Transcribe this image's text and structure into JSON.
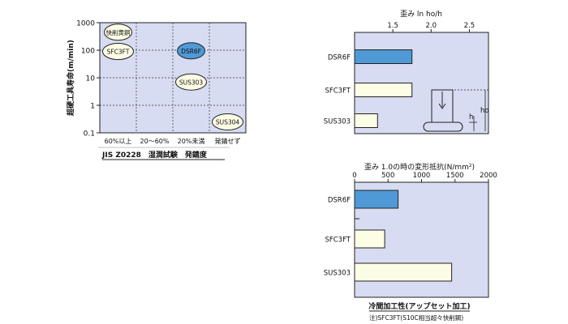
{
  "colors": {
    "panel": "#d7dcf2",
    "highlight": "#4f9ad6",
    "cream": "#fdfde6",
    "border": "#222222"
  },
  "chart_data": [
    {
      "type": "scatter",
      "ylabel": "超硬工具寿命(m/min)",
      "yscale": "log",
      "ylim": [
        0.1,
        1000
      ],
      "yticks": [
        "1000",
        "100",
        "10",
        "1",
        "0.1"
      ],
      "categories": [
        "60%以上",
        "20～60%",
        "20%未満",
        "発錆せず"
      ],
      "xtitle": "JIS Z0228　湿潤試験　発錆度",
      "grid": true,
      "points": [
        {
          "label": "快削黄銅",
          "x": "60%以上",
          "y": 450,
          "highlight": false
        },
        {
          "label": "SFC3FT",
          "x": "60%以上",
          "y": 90,
          "highlight": false
        },
        {
          "label": "DSR6F",
          "x": "20%未満",
          "y": 95,
          "highlight": true
        },
        {
          "label": "SUS303",
          "x": "20%未満",
          "y": 7,
          "highlight": false
        },
        {
          "label": "SUS304",
          "x": "発錆せず",
          "y": 0.25,
          "highlight": false
        }
      ]
    },
    {
      "type": "bar",
      "orientation": "horizontal",
      "title": "歪み  ln  ho/h",
      "xlim": [
        1.0,
        2.75
      ],
      "xticks": [
        1.5,
        2.0,
        2.5
      ],
      "tick_labels": [
        "1.5",
        "2.0",
        "2.5"
      ],
      "categories": [
        "DSR6F",
        "SFC3FT",
        "SUS303"
      ],
      "values": [
        1.75,
        1.75,
        1.3
      ],
      "highlight": [
        "DSR6F"
      ],
      "inset_labels": {
        "ho": "ho",
        "h": "h"
      }
    },
    {
      "type": "bar",
      "orientation": "horizontal",
      "title": "歪み 1.0の時の変形抵抗(N/mm²)",
      "xlim": [
        0,
        2000
      ],
      "xticks": [
        0,
        500,
        1000,
        1500,
        2000
      ],
      "tick_labels": [
        "0",
        "500",
        "1000",
        "1500",
        "2000"
      ],
      "categories": [
        "DSR6F",
        "SFC3FT",
        "SUS303"
      ],
      "values": [
        650,
        450,
        1450
      ],
      "highlight": [
        "DSR6F"
      ],
      "xtitle": "冷間加工性(アップセット加工)",
      "note": "注)SFC3FT(S10C相当超々快削鋼)"
    }
  ]
}
